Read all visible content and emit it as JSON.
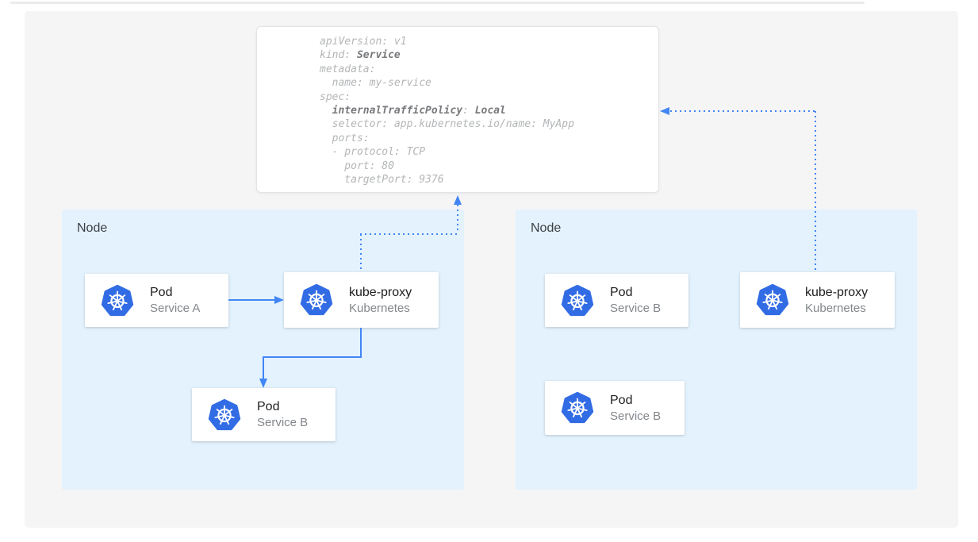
{
  "yaml_card": {
    "lines": [
      {
        "segments": [
          {
            "text": "apiVersion: v1",
            "bold": false
          }
        ]
      },
      {
        "segments": [
          {
            "text": "kind: ",
            "bold": false
          },
          {
            "text": "Service",
            "bold": true
          }
        ]
      },
      {
        "segments": [
          {
            "text": "metadata:",
            "bold": false
          }
        ]
      },
      {
        "segments": [
          {
            "text": "  name: my-service",
            "bold": false
          }
        ]
      },
      {
        "segments": [
          {
            "text": "spec:",
            "bold": false
          }
        ]
      },
      {
        "segments": [
          {
            "text": "  ",
            "bold": false
          },
          {
            "text": "internalTrafficPolicy",
            "bold": true
          },
          {
            "text": ": ",
            "bold": false
          },
          {
            "text": "Local",
            "bold": true
          }
        ]
      },
      {
        "segments": [
          {
            "text": "  selector: app.kubernetes.io/name: MyApp",
            "bold": false
          }
        ]
      },
      {
        "segments": [
          {
            "text": "  ports:",
            "bold": false
          }
        ]
      },
      {
        "segments": [
          {
            "text": "  - protocol: TCP",
            "bold": false
          }
        ]
      },
      {
        "segments": [
          {
            "text": "    port: 80",
            "bold": false
          }
        ]
      },
      {
        "segments": [
          {
            "text": "    targetPort: 9376",
            "bold": false
          }
        ]
      }
    ]
  },
  "nodes": [
    {
      "label": "Node",
      "cards": [
        {
          "title": "Pod",
          "subtitle": "Service A",
          "icon": "kubernetes-logo-icon"
        },
        {
          "title": "kube-proxy",
          "subtitle": "Kubernetes",
          "icon": "kubernetes-logo-icon"
        },
        {
          "title": "Pod",
          "subtitle": "Service B",
          "icon": "kubernetes-logo-icon"
        }
      ]
    },
    {
      "label": "Node",
      "cards": [
        {
          "title": "Pod",
          "subtitle": "Service B",
          "icon": "kubernetes-logo-icon"
        },
        {
          "title": "kube-proxy",
          "subtitle": "Kubernetes",
          "icon": "kubernetes-logo-icon"
        },
        {
          "title": "Pod",
          "subtitle": "Service B",
          "icon": "kubernetes-logo-icon"
        }
      ]
    }
  ],
  "arrows": [
    {
      "name": "pod-a-to-kube-proxy",
      "style": "solid"
    },
    {
      "name": "kube-proxy-to-pod-b",
      "style": "solid"
    },
    {
      "name": "left-kube-proxy-to-service-spec",
      "style": "dotted"
    },
    {
      "name": "right-kube-proxy-to-service-spec",
      "style": "dotted"
    }
  ],
  "colors": {
    "accent_blue": "#4285f4",
    "kubernetes_blue": "#326ce5",
    "node_background": "#e3f2fd",
    "panel_background": "#f5f5f6",
    "code_regular": "#b3b5b7",
    "code_bold": "#77797c",
    "card_title": "#212121",
    "card_subtitle": "#83878b",
    "node_label": "#3c4043"
  }
}
